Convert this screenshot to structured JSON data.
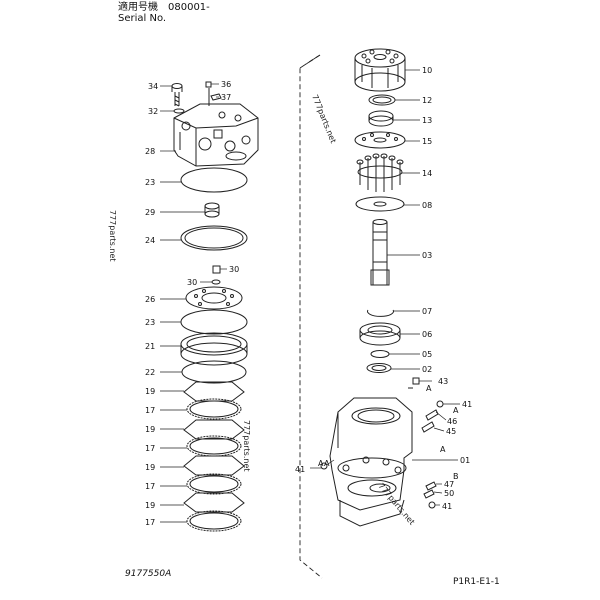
{
  "header": {
    "applicable_model_label": "適用号機",
    "serial_value": "080001-",
    "serial_label": "Serial No."
  },
  "footer": {
    "drawing_number": "9177550A",
    "page_ref": "P1R1-E1-1"
  },
  "watermarks": [
    "777parts.net",
    "777parts.net",
    "777parts.net",
    "777parts.net"
  ],
  "left_callouts": [
    "34",
    "36",
    "37",
    "32",
    "28",
    "23",
    "29",
    "24",
    "30",
    "30",
    "26",
    "23",
    "21",
    "22",
    "19",
    "17",
    "19",
    "17",
    "19",
    "17",
    "19",
    "17"
  ],
  "right_callouts": [
    "10",
    "12",
    "13",
    "15",
    "14",
    "08",
    "03",
    "07",
    "06",
    "05",
    "02",
    "43",
    "41",
    "46",
    "45",
    "01",
    "47",
    "50",
    "41",
    "41"
  ],
  "ref_letters": [
    "A",
    "A",
    "A",
    "A",
    "B",
    "A"
  ]
}
